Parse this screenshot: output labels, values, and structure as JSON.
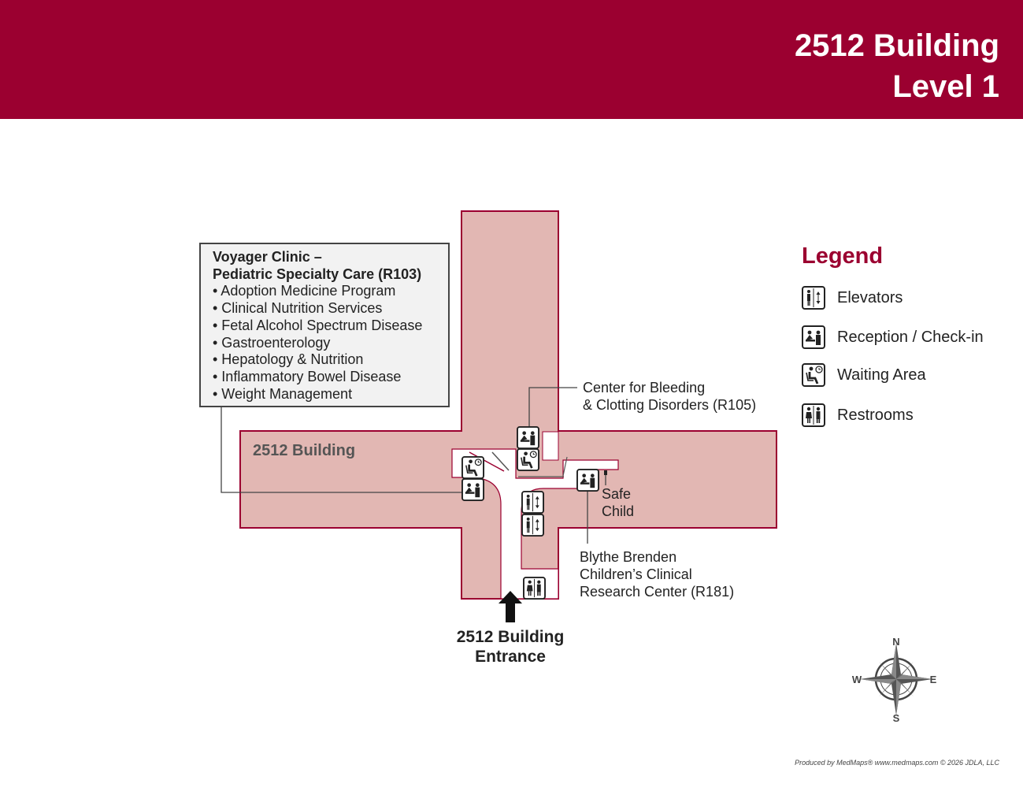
{
  "header": {
    "line1": "2512 Building",
    "line2": "Level 1"
  },
  "callout": {
    "heading1": "Voyager Clinic –",
    "heading2": "Pediatric Specialty Care (R103)",
    "items": [
      "• Adoption Medicine Program",
      "• Clinical Nutrition Services",
      "• Fetal Alcohol Spectrum Disease",
      "• Gastroenterology",
      "• Hepatology & Nutrition",
      "• Inflammatory Bowel Disease",
      "• Weight Management"
    ]
  },
  "labels": {
    "building": "2512 Building",
    "bleeding1": "Center for Bleeding",
    "bleeding2": "& Clotting Disorders (R105)",
    "safe1": "Safe",
    "safe2": "Child",
    "blythe1": "Blythe Brenden",
    "blythe2": "Children’s Clinical",
    "blythe3": "Research Center (R181)",
    "entrance1": "2512 Building",
    "entrance2": "Entrance"
  },
  "legend": {
    "title": "Legend",
    "items": [
      {
        "icon": "elevator-icon",
        "label": "Elevators"
      },
      {
        "icon": "reception-icon",
        "label": "Reception / Check-in"
      },
      {
        "icon": "waiting-icon",
        "label": "Waiting Area"
      },
      {
        "icon": "restroom-icon",
        "label": "Restrooms"
      }
    ]
  },
  "compass": {
    "n": "N",
    "s": "S",
    "e": "E",
    "w": "W"
  },
  "footer": "Produced by MedMaps® www.medmaps.com  © 2026 JDLA, LLC",
  "colors": {
    "brand": "#9b0030",
    "floor": "#e2b7b3",
    "corridor": "#ffffff"
  }
}
